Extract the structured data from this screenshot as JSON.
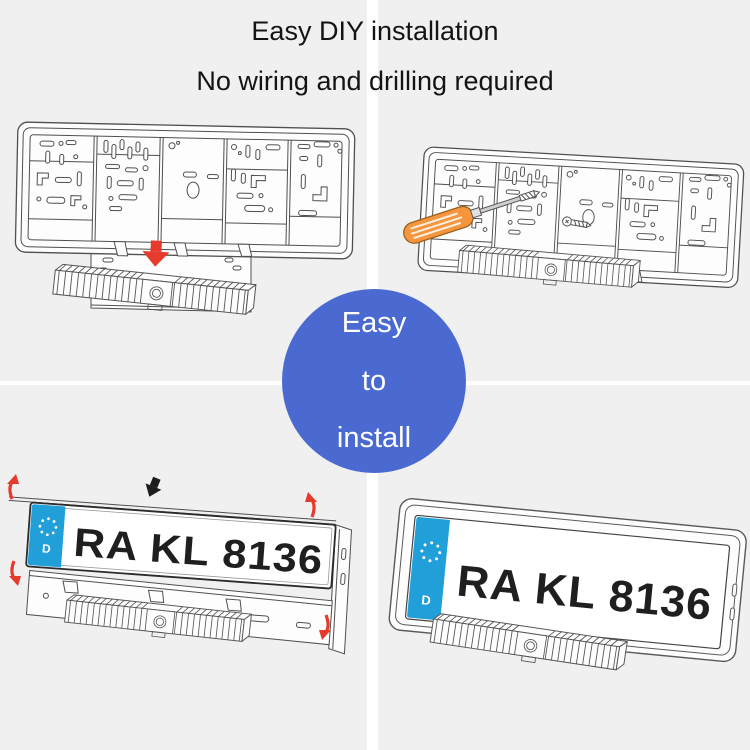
{
  "header": {
    "title": "Easy DIY installation",
    "subtitle": "No wiring and drilling required"
  },
  "badge": {
    "lines": [
      "Easy",
      "to",
      "install"
    ]
  },
  "plate": {
    "number": "RA KL 8136",
    "country_letter": "D",
    "eu_strip_color": "#219fd9"
  },
  "colors": {
    "background": "#f0f0f0",
    "divider": "#ffffff",
    "headline_text": "#141414",
    "badge_bg": "#4a6ad1",
    "badge_text": "#ffffff",
    "arrow_red": "#e63a2d",
    "arrow_black": "#1c1c1c",
    "screwdriver_orange": "#f5953c",
    "line_art": "#4f4f4f",
    "plate_text": "#1f1f1f"
  }
}
